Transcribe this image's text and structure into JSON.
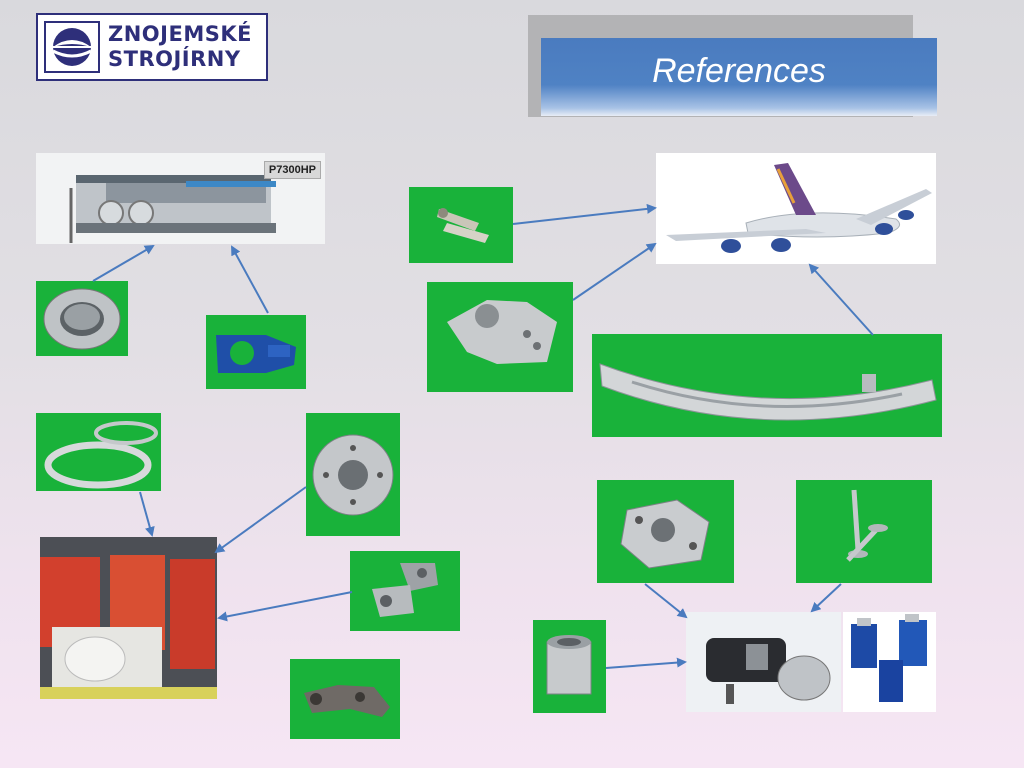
{
  "logo": {
    "line1": "ZNOJEMSKÉ",
    "line2": "STROJÍRNY"
  },
  "title": "References",
  "machine_badge": "P7300HP",
  "colors": {
    "tile_green": "#19b23a",
    "banner_blue": "#4f82c4",
    "arrow_blue": "#4a7bbf",
    "logo_navy": "#2e2f7a"
  },
  "images": [
    "weaving-machine",
    "flange-ring-part",
    "blue-clamp-part",
    "small-pin-parts",
    "bracket-plate-part",
    "aircraft",
    "long-curved-beam-part",
    "thin-rings-part",
    "round-flange-part",
    "printing-machine",
    "angle-brackets-part",
    "cast-arm-part",
    "oval-flange-part",
    "valve-stems-part",
    "bushing-part",
    "engine-pump-assembly",
    "blue-hydraulic-units"
  ]
}
